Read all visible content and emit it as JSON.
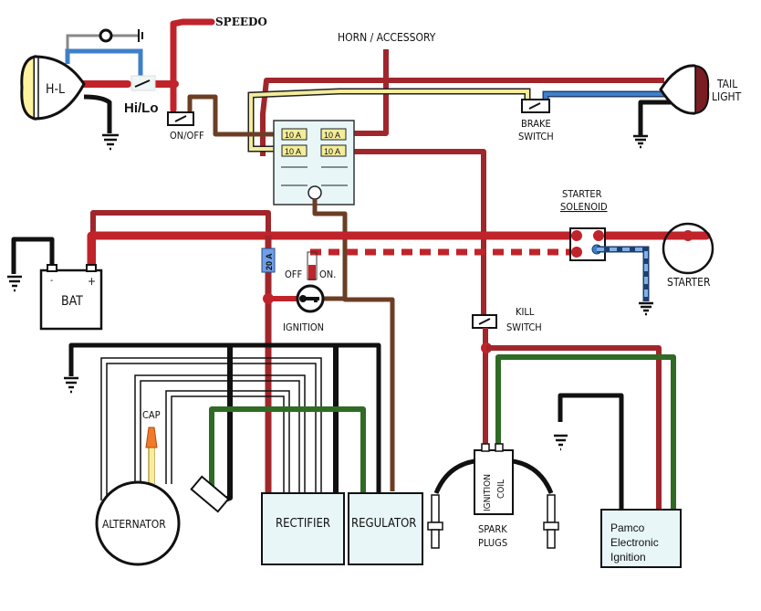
{
  "diagram": {
    "title": "Motorcycle wiring diagram",
    "colors": {
      "power_wire": "#c0232a",
      "dark_red_wire": "#a0262b",
      "ground_wire": "#111111",
      "brown_wire": "#6b3e24",
      "green_wire": "#2f6b25",
      "blue_wire": "#3f7fc9",
      "yellow_wire": "#f3ec9a",
      "component_fill": "#e8f6f8",
      "fuse_fill": "#f3ec9a",
      "cap_orange": "#f07a2a"
    },
    "labels": {
      "speedo": "SPEEDO",
      "horn_accessory": "HORN / ACCESSORY",
      "headlight": "H-L",
      "hi_lo": "Hi/Lo",
      "on_off": "ON/OFF",
      "brake_switch_1": "BRAKE",
      "brake_switch_2": "SWITCH",
      "tail_light_1": "TAIL",
      "tail_light_2": "LIGHT",
      "starter_solenoid_1": "STARTER",
      "starter_solenoid_2": "SOLENOID",
      "starter": "STARTER",
      "battery": "BAT",
      "battery_neg": "-",
      "battery_pos": "+",
      "fuse_main": "20 A",
      "ignition_off": "OFF",
      "ignition_on": "ON.",
      "ignition": "IGNITION",
      "kill_switch_1": "KILL",
      "kill_switch_2": "SWITCH",
      "cap": "CAP",
      "alternator": "ALTERNATOR",
      "rectifier": "RECTIFIER",
      "regulator": "REGULATOR",
      "ignition_coil_1": "IGNITION",
      "ignition_coil_2": "COIL",
      "spark_plugs_1": "SPARK",
      "spark_plugs_2": "PLUGS",
      "pamco_1": "Pamco",
      "pamco_2": "Electronic",
      "pamco_3": "Ignition"
    },
    "fuse_box": {
      "fuses": [
        "10 A",
        "10 A",
        "10 A",
        "10 A"
      ]
    }
  }
}
